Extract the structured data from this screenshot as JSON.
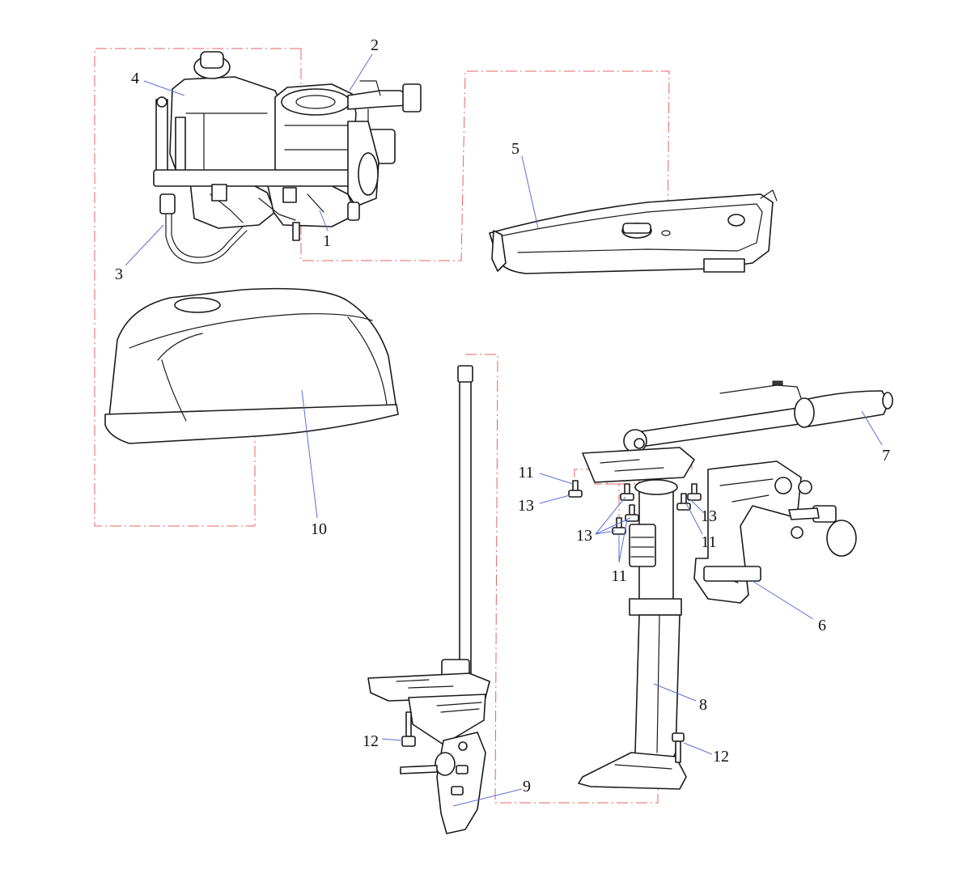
{
  "diagram": {
    "colors": {
      "group_line": "#e06666",
      "leader_line": "#5b6fd6",
      "outline": "#1a1a1a",
      "label": "#111111"
    },
    "callouts": [
      {
        "id": "c1",
        "text": "1"
      },
      {
        "id": "c2",
        "text": "2"
      },
      {
        "id": "c3",
        "text": "3"
      },
      {
        "id": "c4",
        "text": "4"
      },
      {
        "id": "c5",
        "text": "5"
      },
      {
        "id": "c6",
        "text": "6"
      },
      {
        "id": "c7",
        "text": "7"
      },
      {
        "id": "c8",
        "text": "8"
      },
      {
        "id": "c9",
        "text": "9"
      },
      {
        "id": "c10",
        "text": "10"
      },
      {
        "id": "c11a",
        "text": "11"
      },
      {
        "id": "c11b",
        "text": "11"
      },
      {
        "id": "c11c",
        "text": "11"
      },
      {
        "id": "c12a",
        "text": "12"
      },
      {
        "id": "c12b",
        "text": "12"
      },
      {
        "id": "c13a",
        "text": "13"
      },
      {
        "id": "c13b",
        "text": "13"
      },
      {
        "id": "c13c",
        "text": "13"
      }
    ]
  }
}
